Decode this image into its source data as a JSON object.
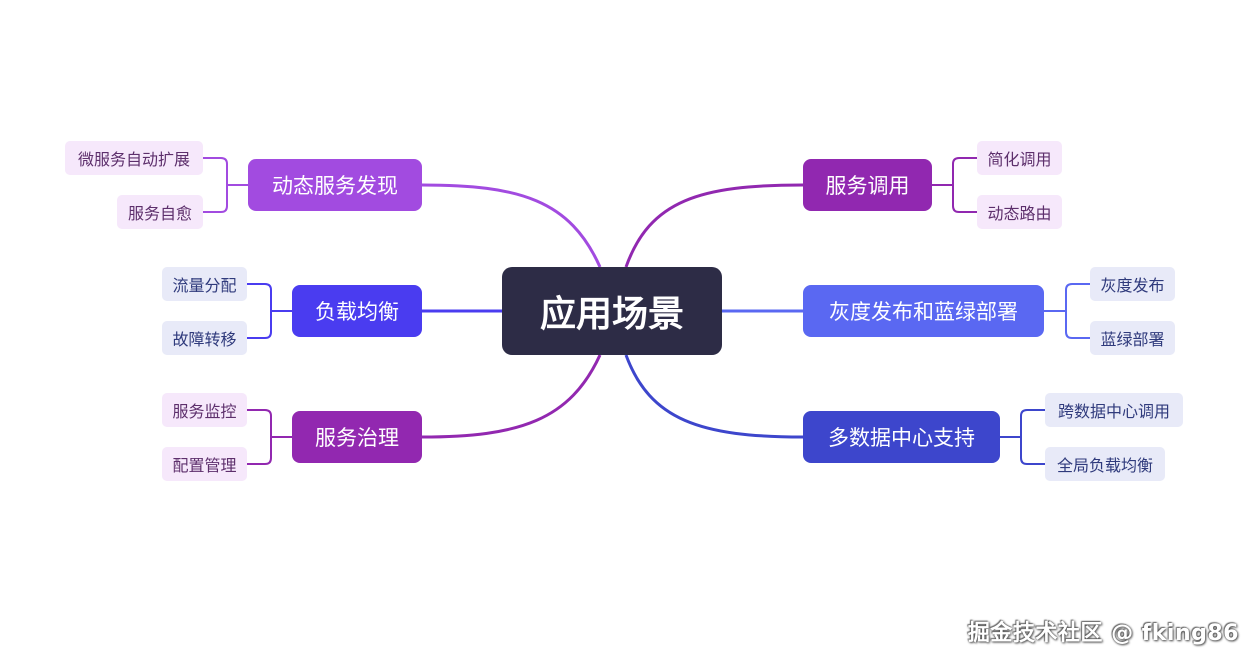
{
  "root": {
    "label": "应用场景",
    "color": "#2d2c46"
  },
  "branches": {
    "dynamic_discovery": {
      "label": "动态服务发现",
      "color": "#a24be0",
      "leaves": [
        "微服务自动扩展",
        "服务自愈"
      ]
    },
    "load_balancing": {
      "label": "负载均衡",
      "color": "#4a3cf0",
      "leaves": [
        "流量分配",
        "故障转移"
      ]
    },
    "governance": {
      "label": "服务治理",
      "color": "#9228b0",
      "leaves": [
        "服务监控",
        "配置管理"
      ]
    },
    "service_call": {
      "label": "服务调用",
      "color": "#9128b0",
      "leaves": [
        "简化调用",
        "动态路由"
      ]
    },
    "gray_release": {
      "label": "灰度发布和蓝绿部署",
      "color": "#5a68f2",
      "leaves": [
        "灰度发布",
        "蓝绿部署"
      ]
    },
    "multi_dc": {
      "label": "多数据中心支持",
      "color": "#3d46cc",
      "leaves": [
        "跨数据中心调用",
        "全局负载均衡"
      ]
    }
  },
  "watermark": "掘金技术社区 @ fking86"
}
